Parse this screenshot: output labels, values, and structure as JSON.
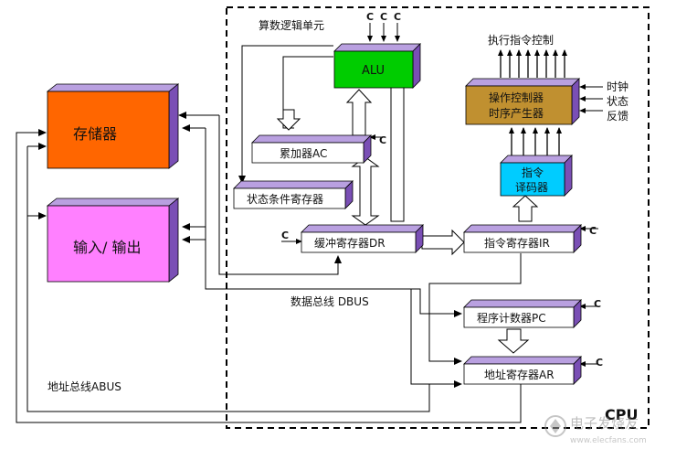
{
  "colors": {
    "memory": "#FF6600",
    "io": "#FF80FF",
    "alu": "#00CC00",
    "controller": "#C09030",
    "decoder": "#00CCFF",
    "register": "#FFFFFF",
    "side_face": "#7A4FB5",
    "top_face": "#B9A0E0"
  },
  "blocks": {
    "memory": "存储器",
    "io": "输入/ 输出",
    "alu": "ALU",
    "accumulator": "累加器AC",
    "status_register": "状态条件寄存器",
    "buffer_register": "缓冲寄存器DR",
    "instruction_register": "指令寄存器IR",
    "controller_line1": "操作控制器",
    "controller_line2": "时序产生器",
    "decoder_line1": "指令",
    "decoder_line2": "译码器",
    "program_counter": "程序计数器PC",
    "address_register": "地址寄存器AR"
  },
  "labels": {
    "alu_title": "算数逻辑单元",
    "exec_control": "执行指令控制",
    "clock": "时钟",
    "status": "状态",
    "feedback": "反馈",
    "data_bus": "数据总线 DBUS",
    "address_bus": "地址总线ABUS",
    "cpu": "CPU",
    "clock_signal": "C",
    "watermark_text": "电子发烧友",
    "watermark_url": "www.elecfans.com"
  }
}
